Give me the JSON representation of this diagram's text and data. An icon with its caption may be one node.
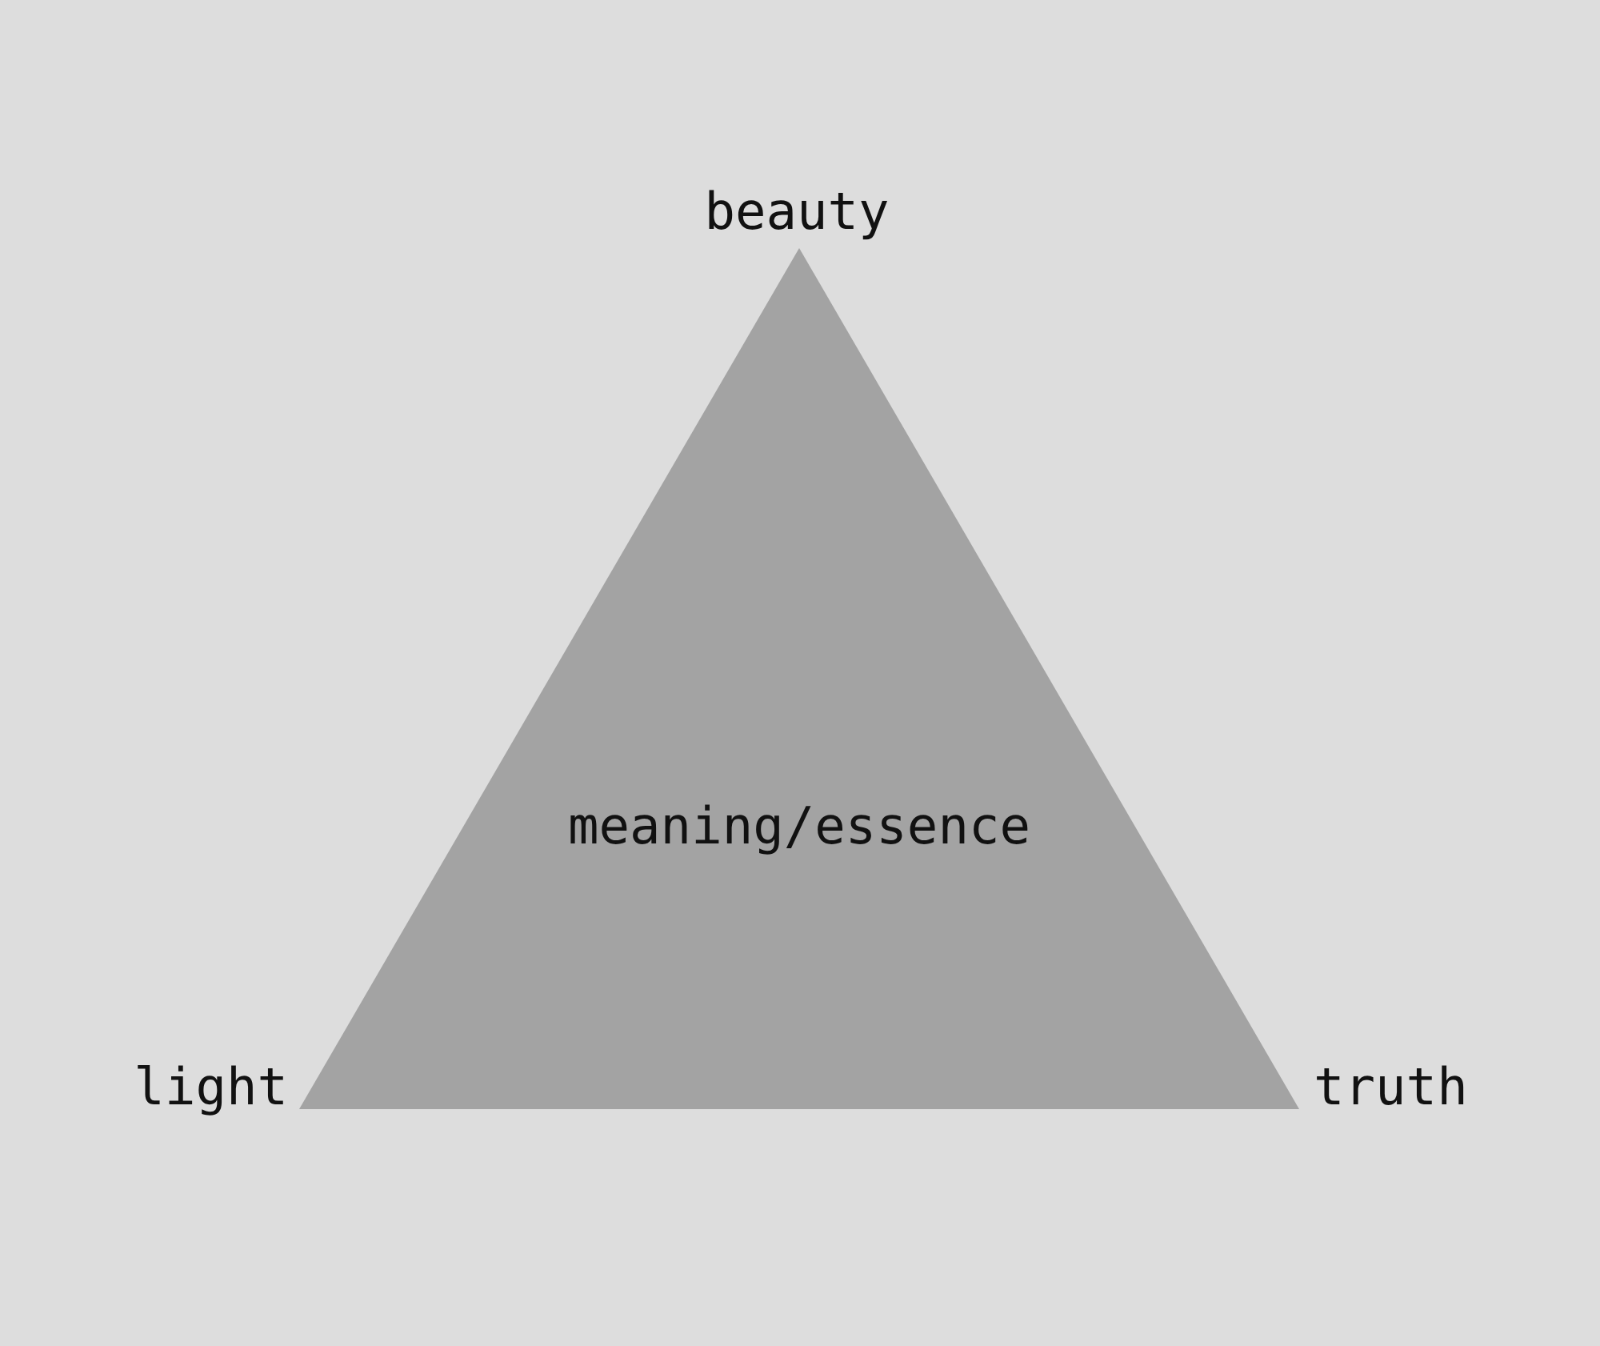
{
  "diagram": {
    "nodes": [
      {
        "text": [
          "meaning/essence"
        ]
      }
    ],
    "labels": [
      "beauty",
      "light",
      "truth"
    ]
  }
}
